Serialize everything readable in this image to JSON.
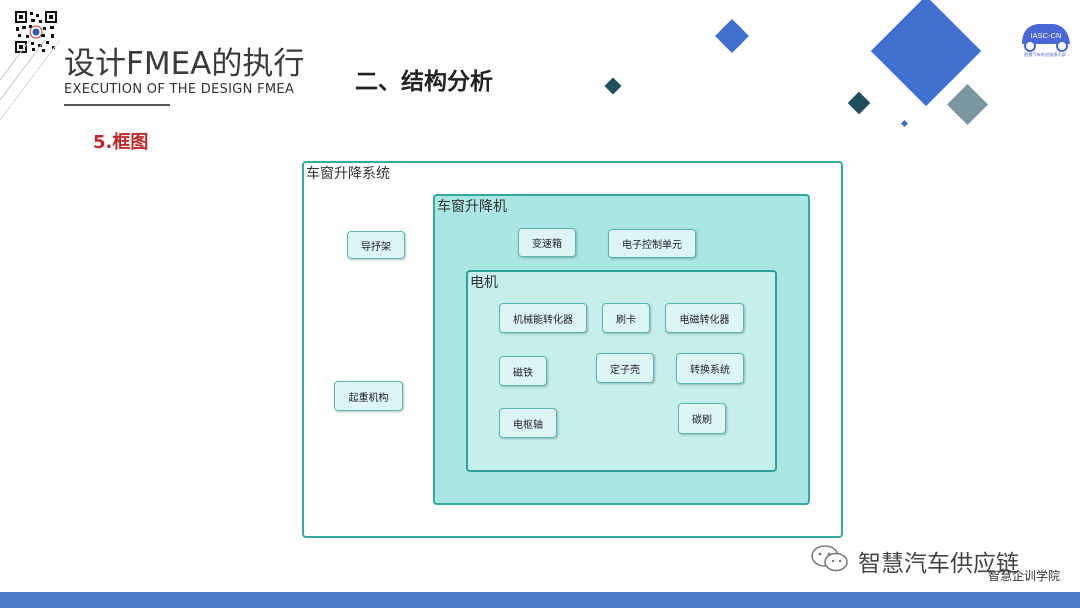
{
  "header": {
    "title_cn": "设计FMEA的执行",
    "title_en": "EXECUTION OF THE DESIGN FMEA",
    "section_title": "二、结构分析",
    "subsection": "5.框图"
  },
  "logo": {
    "name": "IASC-CN",
    "tagline": "智慧汽车供应链俱乐部"
  },
  "diagram": {
    "system": {
      "label": "车窗升降系统",
      "components": [
        "导抒架",
        "起重机构"
      ]
    },
    "subsystem": {
      "label": "车窗升降机",
      "components": [
        "变速箱",
        "电子控制单元"
      ]
    },
    "motor": {
      "label": "电机",
      "components": [
        "机械能转化器",
        "刷卡",
        "电磁转化器",
        "磁铁",
        "定子壳",
        "转换系统",
        "电枢轴",
        "碳刷"
      ]
    }
  },
  "footer": {
    "wechat_name": "智慧汽车供应链",
    "academy": "智慧企训学院"
  },
  "colors": {
    "accent_blue": "#3f6fcf",
    "dark_teal": "#1f4f5f",
    "slate": "#7c969f",
    "box_border": "#3aa9a2",
    "box_fill_mid": "#aae6e2",
    "box_fill_inner": "#c6efec",
    "subsection_red": "#c0292b",
    "footer_bar": "#4a78c6"
  },
  "icons": [
    "qr-code-icon",
    "wechat-icon",
    "iasc-logo-icon"
  ]
}
